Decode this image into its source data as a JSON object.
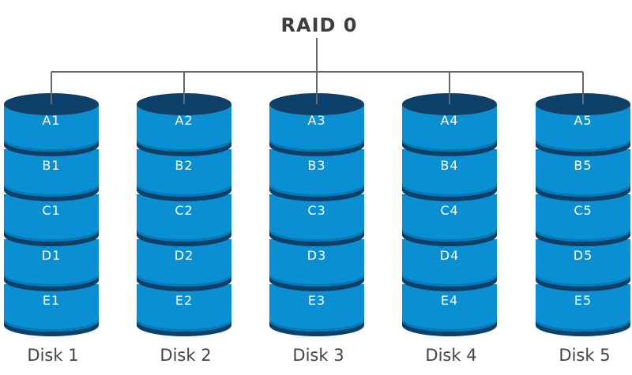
{
  "title": "RAID 0",
  "colors": {
    "segment_fill": "#0b8fd3",
    "segment_shadow": "#0a76b2",
    "cap_dark": "#0d4068",
    "connector_line": "#6a6a6a",
    "title_text": "#3d3d3d",
    "disk_label_text": "#444444"
  },
  "disks": [
    {
      "name": "Disk 1",
      "blocks": [
        "A1",
        "B1",
        "C1",
        "D1",
        "E1"
      ]
    },
    {
      "name": "Disk 2",
      "blocks": [
        "A2",
        "B2",
        "C2",
        "D2",
        "E2"
      ]
    },
    {
      "name": "Disk 3",
      "blocks": [
        "A3",
        "B3",
        "C3",
        "D3",
        "E3"
      ]
    },
    {
      "name": "Disk 4",
      "blocks": [
        "A4",
        "B4",
        "C4",
        "D4",
        "E4"
      ]
    },
    {
      "name": "Disk 5",
      "blocks": [
        "A5",
        "B5",
        "C5",
        "D5",
        "E5"
      ]
    }
  ]
}
